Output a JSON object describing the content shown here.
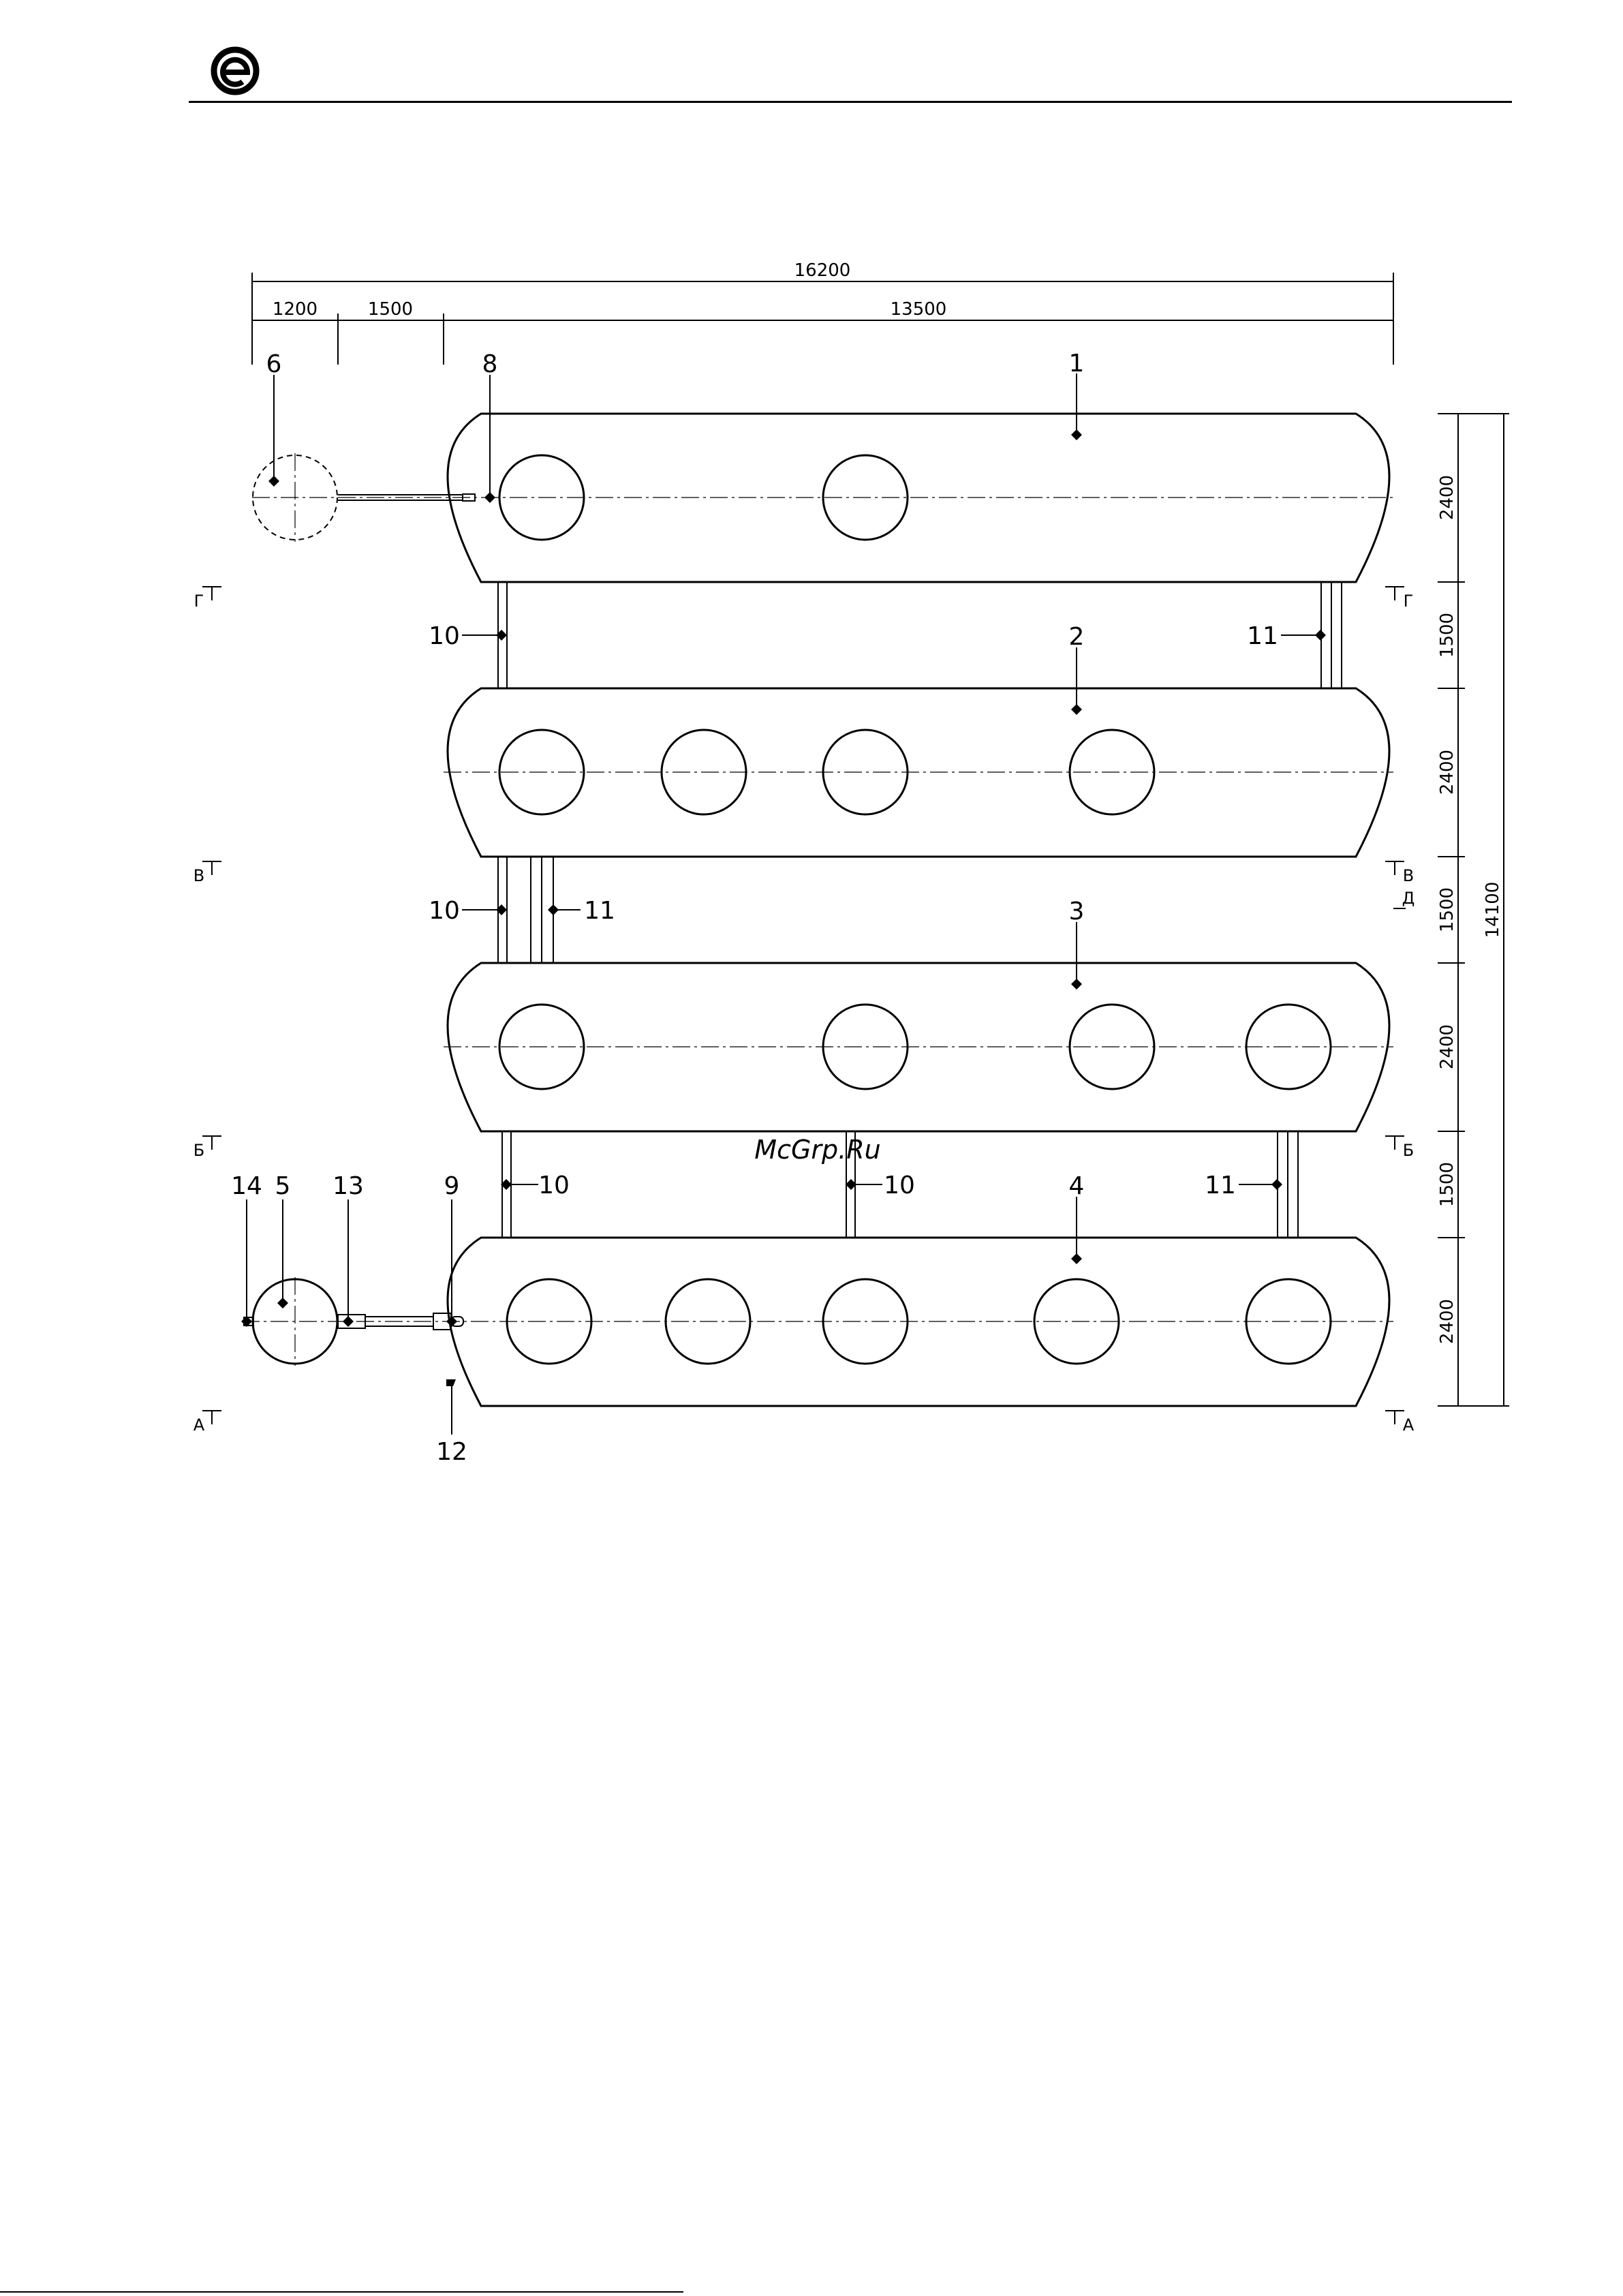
{
  "header": {
    "logo": "elektroholding-e-logo"
  },
  "dimensions": {
    "overall_width": "16200",
    "width_1": "1200",
    "width_2": "1500",
    "width_3": "13500",
    "tank_height": "2400",
    "gap": "1500",
    "overall_height": "14100"
  },
  "callouts": {
    "c1": "1",
    "c2": "2",
    "c3": "3",
    "c4": "4",
    "c5": "5",
    "c6": "6",
    "c8": "8",
    "c9": "9",
    "c10": "10",
    "c11": "11",
    "c12": "12",
    "c13": "13",
    "c14": "14"
  },
  "sections": {
    "g": "Г",
    "v": "В",
    "b": "Б",
    "a": "А",
    "d": "Д"
  },
  "watermark": "McGrp.Ru"
}
